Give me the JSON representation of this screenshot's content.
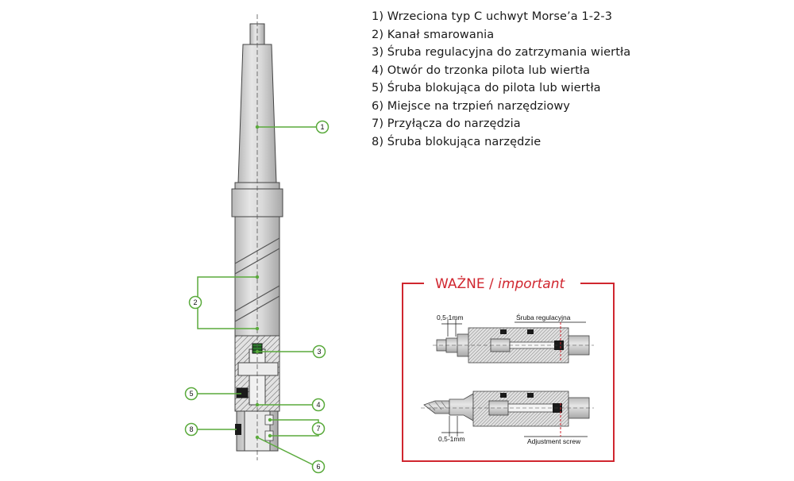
{
  "legend": [
    "1) Wrzeciona typ C uchwyt Morse’a 1-2-3",
    "2) Kanał smarowania",
    "3) Śruba regulacyjna do zatrzymania wiertła",
    "4) Otwór do trzonka pilota lub wiertła",
    "5) Śruba blokująca do pilota lub wiertła",
    "6) Miejsce na trzpień narzędziowy",
    "7) Przyłącza do narzędzia",
    "8) Śruba blokująca narzędzie"
  ],
  "callouts": {
    "c1": "1",
    "c2": "2",
    "c3": "3",
    "c4": "4",
    "c5": "5",
    "c6": "6",
    "c7": "7",
    "c8": "8"
  },
  "important": {
    "title_main": "WAŻNE / ",
    "title_italic": "important",
    "dim_top": "0,5-1mm",
    "dim_bottom": "0,5-1mm",
    "label_top": "Śruba regulacyjna",
    "label_bottom": "Adjustment screw"
  },
  "colors": {
    "leader": "#5aaa3c",
    "frame": "#d0262f",
    "metal": "#d4d4d4",
    "outline": "#444444"
  }
}
